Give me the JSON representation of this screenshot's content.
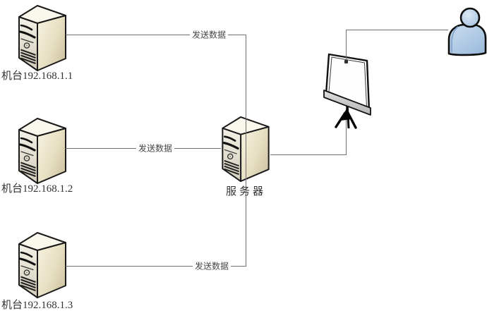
{
  "diagram": {
    "title": "machines-to-server-to-display network diagram",
    "background": "#ffffff",
    "line_color": "#707070",
    "nodes": {
      "machine1": {
        "label": "机台192.168.1.1",
        "type": "server-tower"
      },
      "machine2": {
        "label": "机台192.168.1.2",
        "type": "server-tower"
      },
      "machine3": {
        "label": "机台192.168.1.3",
        "type": "server-tower"
      },
      "server": {
        "label": "服务器",
        "type": "server-tower"
      },
      "display": {
        "label": "",
        "type": "projection-screen"
      },
      "user": {
        "label": "",
        "type": "person"
      }
    },
    "edges": [
      {
        "from": "machine1",
        "to": "server",
        "label": "发送数据"
      },
      {
        "from": "machine2",
        "to": "server",
        "label": "发送数据"
      },
      {
        "from": "machine3",
        "to": "server",
        "label": "发送数据"
      },
      {
        "from": "server",
        "to": "display",
        "label": ""
      },
      {
        "from": "display",
        "to": "user",
        "label": ""
      }
    ],
    "colors": {
      "tower_top": "#faf7ec",
      "tower_front": "#efece0",
      "tower_side": "#e9e1c8",
      "tower_shadow": "#cfc5a4",
      "outline": "#1a1a1a",
      "screen_bar": "#c9c9c9",
      "person_fill": "#b9cfe7",
      "text": "#333333"
    }
  }
}
